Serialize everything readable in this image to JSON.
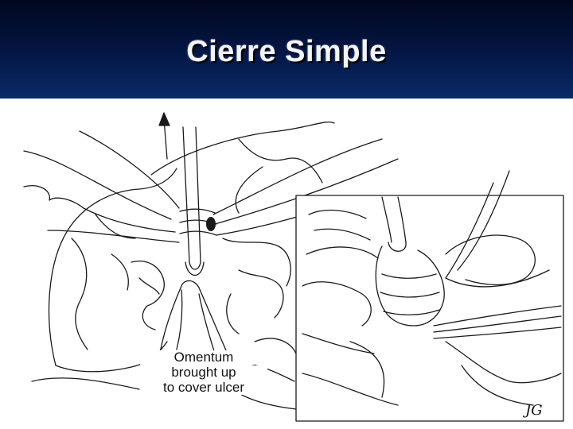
{
  "slide": {
    "title": "Cierre Simple",
    "colors": {
      "title_band": "#041746",
      "title_text": "#f3f5ff",
      "line_art": "#1a1a1a",
      "background": "#ffffff"
    },
    "illustration": {
      "label_lines": [
        "Omentum",
        "brought up",
        "to cover ulcer"
      ],
      "signature": "JG"
    }
  }
}
